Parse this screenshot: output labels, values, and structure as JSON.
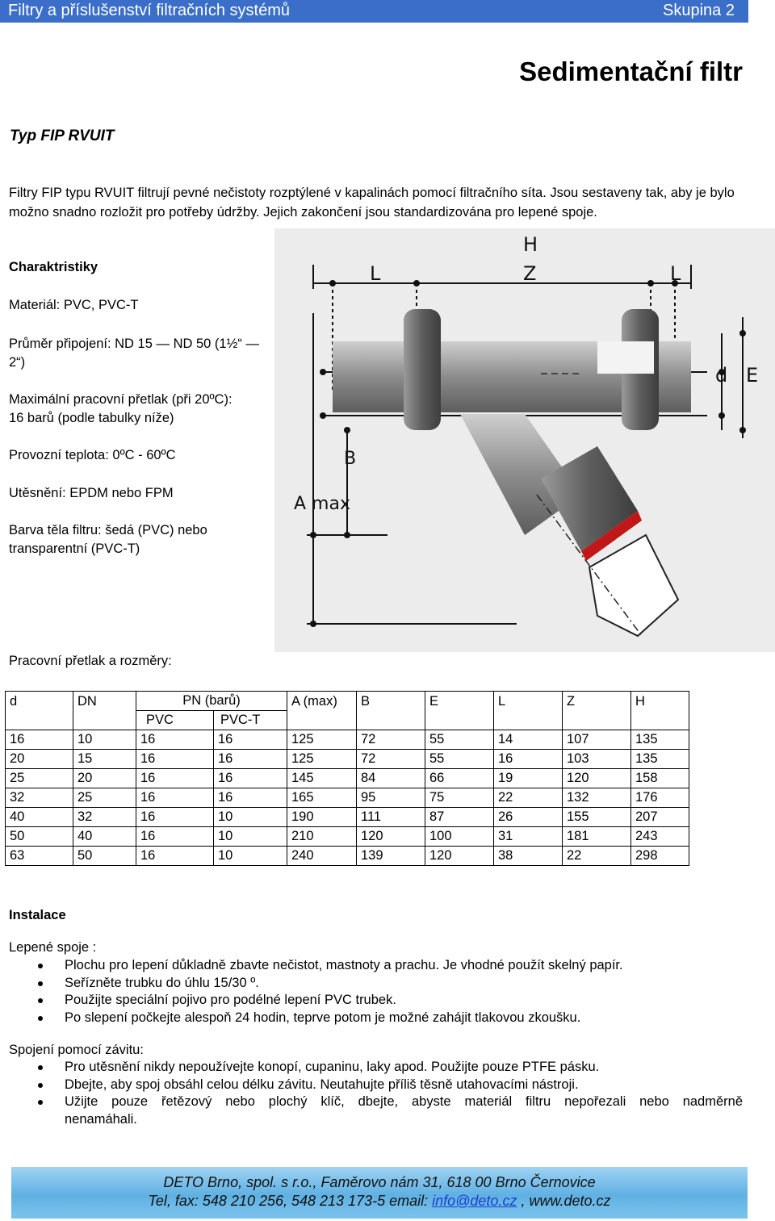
{
  "header": {
    "left": "Filtry a příslušenství filtračních systémů",
    "right": "Skupina 2"
  },
  "title": "Sedimentační filtr",
  "type": "Typ FIP RVUIT",
  "intro": "Filtry FIP typu RVUIT filtrují pevné nečistoty rozptýlené v kapalinách pomocí filtračního síta. Jsou sestaveny tak, aby je bylo možno snadno rozložit pro potřeby údržby. Jejich zakončení jsou standardizována pro lepené spoje.",
  "specs": {
    "heading": "Charaktristiky",
    "material": "Materiál: PVC, PVC-T",
    "diameter_1": "Průměr připojení: ND 15 — ND 50 (1½“ —",
    "diameter_2": "2“)",
    "pressure_1": "Maximální pracovní přetlak (při 20ºC):",
    "pressure_2": "16 barů (podle tabulky níže)",
    "temperature": "Provozní teplota: 0ºC - 60ºC",
    "sealing": "Utěsnění: EPDM nebo FPM",
    "color_1": "Barva těla filtru: šedá (PVC) nebo",
    "color_2": "transparentní (PVC-T)"
  },
  "figure_labels": {
    "H": "H",
    "L1": "L",
    "Z": "Z",
    "L2": "L",
    "d": "d",
    "E": "E",
    "B": "B",
    "A": "A max"
  },
  "table_label": "Pracovní přetlak a rozměry:",
  "table": {
    "headers": [
      "d",
      "DN",
      "PN (barů)",
      "A (max)",
      "B",
      "E",
      "L",
      "Z",
      "H"
    ],
    "sub_headers": [
      "PVC",
      "PVC-T"
    ],
    "rows": [
      [
        "16",
        "10",
        "16",
        "16",
        "125",
        "72",
        "55",
        "14",
        "107",
        "135"
      ],
      [
        "20",
        "15",
        "16",
        "16",
        "125",
        "72",
        "55",
        "16",
        "103",
        "135"
      ],
      [
        "25",
        "20",
        "16",
        "16",
        "145",
        "84",
        "66",
        "19",
        "120",
        "158"
      ],
      [
        "32",
        "25",
        "16",
        "16",
        "165",
        "95",
        "75",
        "22",
        "132",
        "176"
      ],
      [
        "40",
        "32",
        "16",
        "10",
        "190",
        "111",
        "87",
        "26",
        "155",
        "207"
      ],
      [
        "50",
        "40",
        "16",
        "10",
        "210",
        "120",
        "100",
        "31",
        "181",
        "243"
      ],
      [
        "63",
        "50",
        "16",
        "10",
        "240",
        "139",
        "120",
        "38",
        "22",
        "298"
      ]
    ]
  },
  "install": {
    "heading": "Instalace",
    "glued_title": "Lepené spoje :",
    "glued": [
      "Plochu pro lepení důkladně zbavte nečistot, mastnoty a prachu. Je vhodné použít skelný papír.",
      "Seřízněte  trubku do úhlu 15/30 º.",
      "Použijte speciální pojivo pro podélné lepení PVC trubek.",
      "Po slepení počkejte alespoň 24 hodin, teprve potom je možné zahájit tlakovou zkoušku."
    ],
    "thread_title": "Spojení pomocí závitu:",
    "thread": [
      "Pro utěsnění nikdy nepoužívejte konopí, cupaninu, laky apod. Použijte pouze PTFE pásku.",
      "Dbejte, aby spoj obsáhl celou délku závitu. Neutahujte příliš těsně utahovacími nástroji.",
      "Užijte pouze  řetězový nebo plochý klíč, dbejte, abyste materiál filtru nepořezali nebo nadměrně nenamáhali."
    ]
  },
  "footer": {
    "line1": "DETO Brno, spol. s r.o., Faměrovo nám 31, 618 00 Brno  Černovice",
    "line2_pre": "Tel, fax: 548 210 256, 548 213 173-5  email: ",
    "email": "info@deto.cz",
    "line2_post": " , www.deto.cz"
  }
}
